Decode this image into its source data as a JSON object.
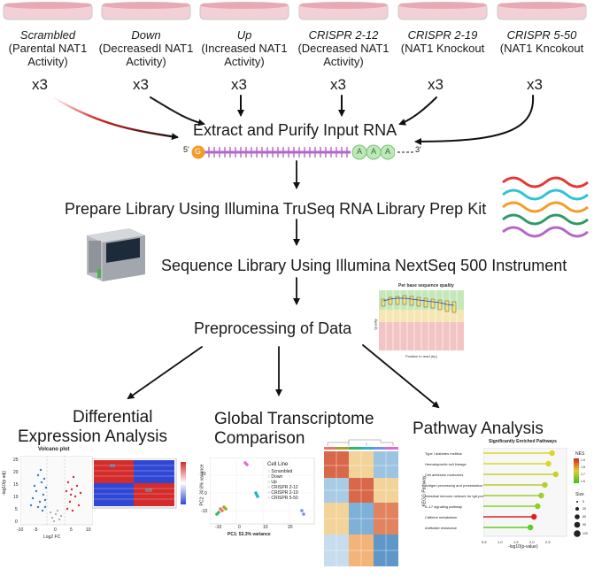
{
  "samples": [
    {
      "name": "Scrambled",
      "desc": "(Parental NAT1 Activity)",
      "replicates": "x3"
    },
    {
      "name": "Down",
      "desc": "(DecreasedI NAT1 Activity)",
      "replicates": "x3"
    },
    {
      "name": "Up",
      "desc": "(Increased NAT1 Activity)",
      "replicates": "x3"
    },
    {
      "name": "CRISPR 2-12",
      "desc": "(Decreased NAT1 Activity)",
      "replicates": "x3"
    },
    {
      "name": "CRISPR 2-19",
      "desc": "(NAT1 Knockout",
      "replicates": "x3"
    },
    {
      "name": "CRISPR 5-50",
      "desc": "(NAT1 Kncokout",
      "replicates": "x3"
    }
  ],
  "steps": {
    "extract": "Extract and Purify Input RNA",
    "rna_five": "5'",
    "rna_three": "3'",
    "cap": "G",
    "polya": [
      "A",
      "A",
      "A"
    ],
    "prepare": "Prepare Library Using Illumina TruSeq RNA Library Prep Kit",
    "sequence": "Sequence Library Using Illumina NextSeq 500 Instrument",
    "preprocess": "Preprocessing of Data"
  },
  "quality_plot": {
    "title": "Per base sequence quality",
    "xlabel": "Position in read (bp)",
    "ylabel": "Quality"
  },
  "analyses": {
    "differential": [
      "Differential",
      "Expression Analysis"
    ],
    "global": [
      "Global Transcriptome",
      "Comparison"
    ],
    "pathway": "Pathway Analysis"
  },
  "volcano": {
    "title": "Volcano plot",
    "xlabel": "Log2 FC",
    "ylabel": "-log10(p adj)",
    "xticks": [
      "-10",
      "-5",
      "0",
      "5",
      "10"
    ],
    "yticks": [
      "25",
      "20",
      "15",
      "10",
      "5",
      "0"
    ]
  },
  "pca": {
    "xlabel": "PC1: 53.3% variance",
    "ylabel": "PC2: 30.8% variance",
    "legend_title": "Cell Line",
    "legend": [
      {
        "label": "Scrambled",
        "color": "#e8746a"
      },
      {
        "label": "Down",
        "color": "#a3a327"
      },
      {
        "label": "Up",
        "color": "#2fb86a"
      },
      {
        "label": "CRISPR 2-12",
        "color": "#2ab3c4"
      },
      {
        "label": "CRISPR 2-19",
        "color": "#7a8cf0"
      },
      {
        "label": "CRISPR 5-50",
        "color": "#e266d4"
      }
    ],
    "xticks": [
      "-10",
      "0",
      "10",
      "20"
    ],
    "yticks": [
      "10",
      "0",
      "-10"
    ]
  },
  "pathways": {
    "title": "Significantly Enriched Pathways",
    "ylabel": "KEGG Pathway",
    "xlabel": "-log10(p-value)",
    "items": [
      {
        "label": "Type I diabetes mellitus",
        "value": 2.2,
        "color": "#d8d828"
      },
      {
        "label": "Hematopoietic cell lineage",
        "value": 2.1,
        "color": "#d8d828"
      },
      {
        "label": "Cell adhesion molecules",
        "value": 2.3,
        "color": "#c9d02c"
      },
      {
        "label": "Antigen processing and presentation",
        "value": 2.0,
        "color": "#b9cc2c"
      },
      {
        "label": "Intestinal immune network for IgA production",
        "value": 1.9,
        "color": "#9ccf2c"
      },
      {
        "label": "IL-17 signaling pathway",
        "value": 1.8,
        "color": "#8cd02c"
      },
      {
        "label": "Caffeine metabolism",
        "value": 1.7,
        "color": "#e02020"
      },
      {
        "label": "Antifolate resistance",
        "value": 1.6,
        "color": "#5ccd2c"
      }
    ],
    "nes_title": "NES",
    "nes_ticks": [
      "1.9",
      "1.8",
      "1.7",
      "1.6"
    ],
    "size_title": "Size",
    "size_ticks": [
      "5",
      "30",
      "60",
      "90",
      "120"
    ],
    "xticks": [
      "0.5",
      "1.0",
      "1.5",
      "2.0",
      "2.5"
    ]
  },
  "colors": {
    "dish": "#e8a9b4",
    "arrow_red": "#d6231f",
    "rna": "#b566c8",
    "cap": "#f39c28",
    "polya": "#bde8b8"
  }
}
